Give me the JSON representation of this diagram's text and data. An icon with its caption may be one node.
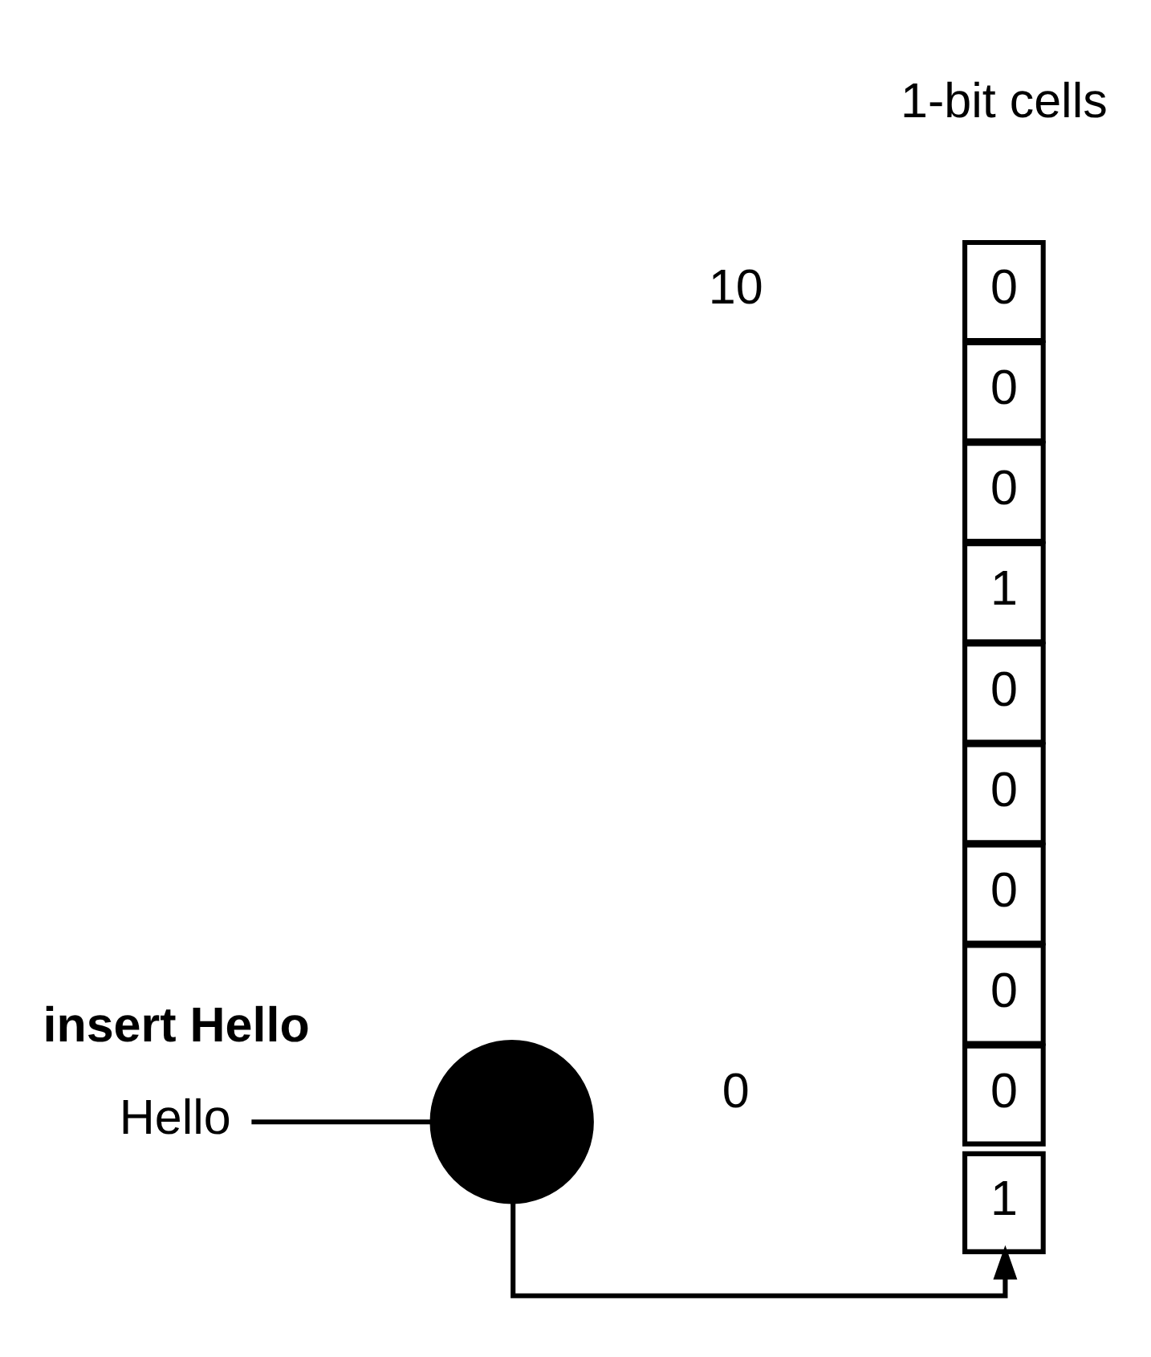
{
  "diagram": {
    "nodes": [
      {
        "text": [
          "Hello"
        ]
      },
      {
        "text": [],
        "shape": "circle"
      },
      {
        "text": [
          "0"
        ]
      },
      {
        "text": [
          "0"
        ]
      },
      {
        "text": [
          "1"
        ]
      },
      {
        "text": [
          "0"
        ]
      },
      {
        "text": [
          "0"
        ]
      },
      {
        "text": [
          "0"
        ]
      },
      {
        "text": [
          "1"
        ]
      },
      {
        "text": [
          "0"
        ]
      },
      {
        "text": [
          "0"
        ]
      },
      {
        "text": [
          "0"
        ]
      }
    ],
    "edges": [
      {
        "from": 0,
        "to": 1,
        "arrow": "none"
      },
      {
        "from": 1,
        "to": 4,
        "arrow": "to"
      }
    ],
    "labels": [
      "insert Hello",
      "0",
      "10",
      "1-bit cells"
    ]
  }
}
